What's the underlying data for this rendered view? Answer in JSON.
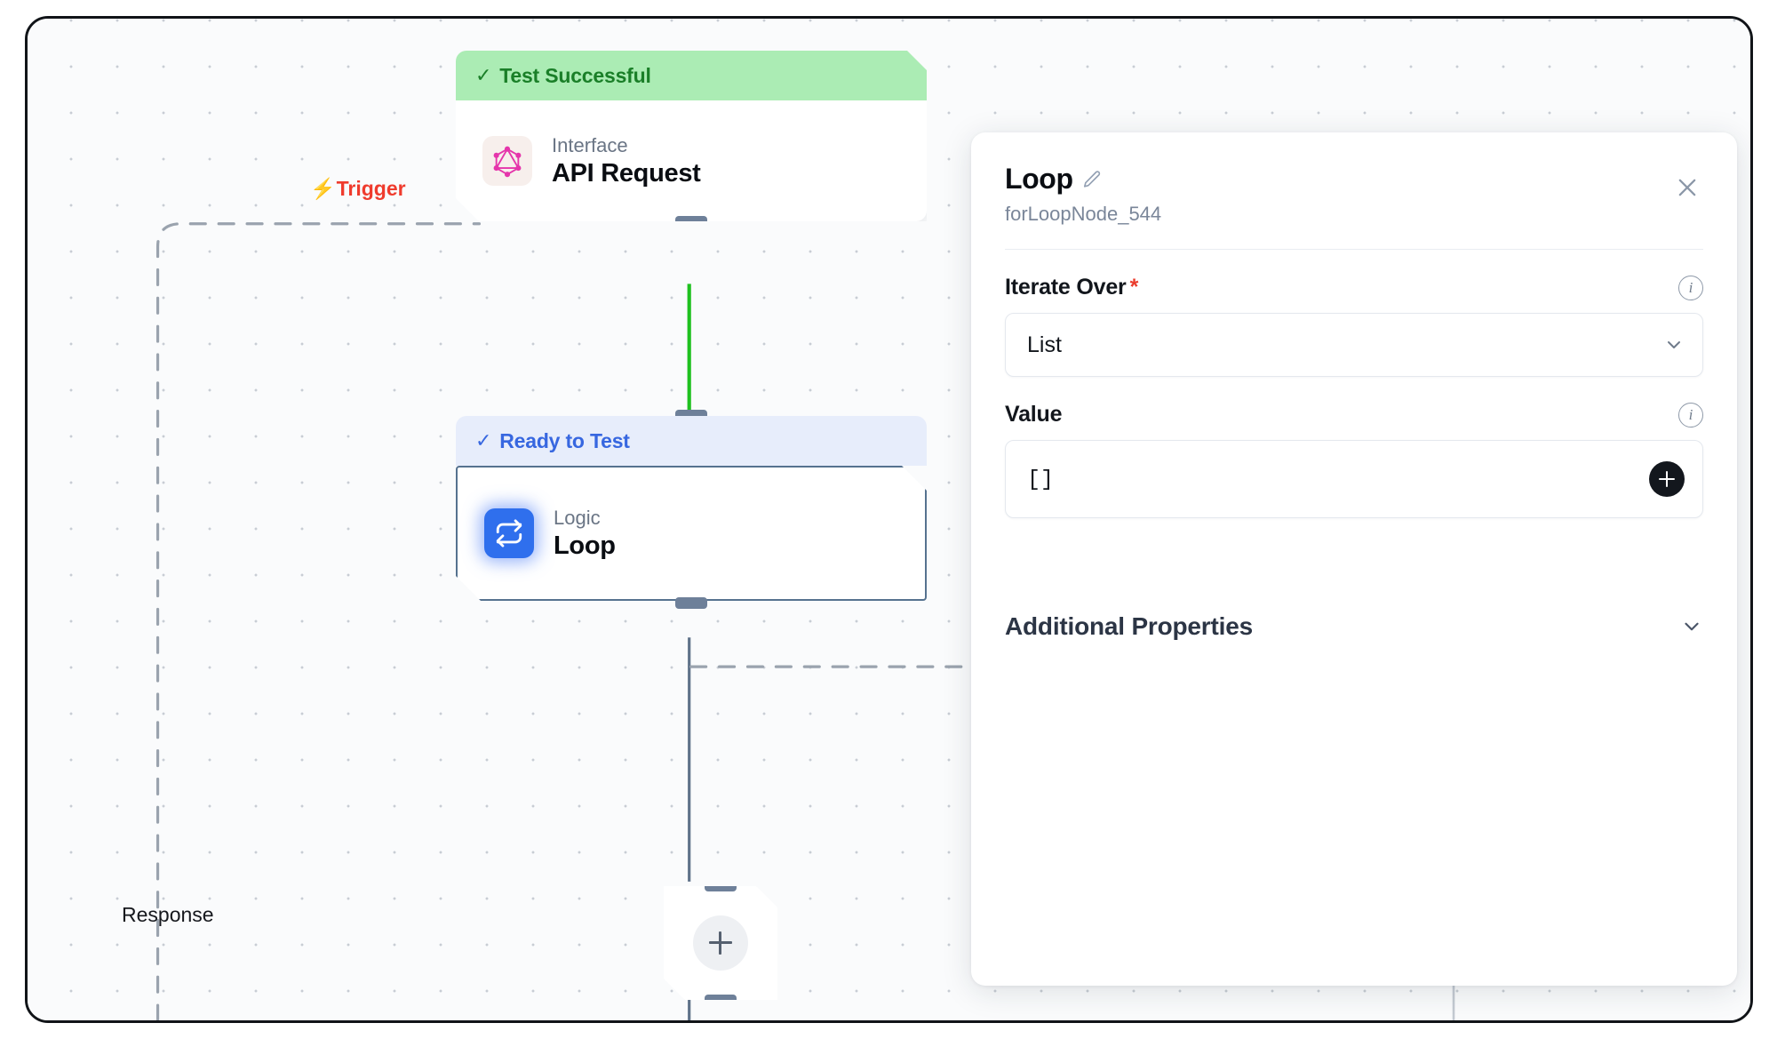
{
  "canvas": {
    "trigger_label": "Trigger",
    "trigger_icon": "lightning-bolt-icon",
    "response_label": "Response"
  },
  "nodes": [
    {
      "id": "api-request",
      "status_label": "Test Successful",
      "status_type": "success",
      "kind": "Interface",
      "name": "API Request",
      "icon": "graphql-icon"
    },
    {
      "id": "loop",
      "status_label": "Ready to Test",
      "status_type": "ready",
      "kind": "Logic",
      "name": "Loop",
      "icon": "loop-icon",
      "selected": true
    }
  ],
  "add_node": {
    "icon": "plus-icon",
    "label": ""
  },
  "panel": {
    "title": "Loop",
    "edit_icon": "pencil-icon",
    "subtitle": "forLoopNode_544",
    "close_icon": "close-icon",
    "fields": [
      {
        "label": "Iterate Over",
        "required": true,
        "required_mark": "*",
        "info_icon": "info-icon",
        "control": "select",
        "value": "List",
        "chevron_icon": "chevron-down-icon"
      },
      {
        "label": "Value",
        "required": false,
        "required_mark": "",
        "info_icon": "info-icon",
        "control": "value-list",
        "value": "[]",
        "add_icon": "plus-icon"
      }
    ],
    "additional_properties": {
      "label": "Additional Properties",
      "chevron_icon": "chevron-down-icon",
      "expanded": false
    }
  },
  "colors": {
    "success_banner_bg": "#abecb4",
    "success_banner_text": "#1a7f28",
    "ready_banner_bg": "#e7edfb",
    "ready_banner_text": "#3767e0",
    "trigger_red": "#ef3b2d",
    "edge_active_green": "#1fc11f",
    "edge_gray": "#6e8099",
    "node_selected_border": "#56728f",
    "graphql_pink": "#e535ab",
    "logic_blue": "#2f6fed",
    "required_red": "#ea3c2d"
  }
}
